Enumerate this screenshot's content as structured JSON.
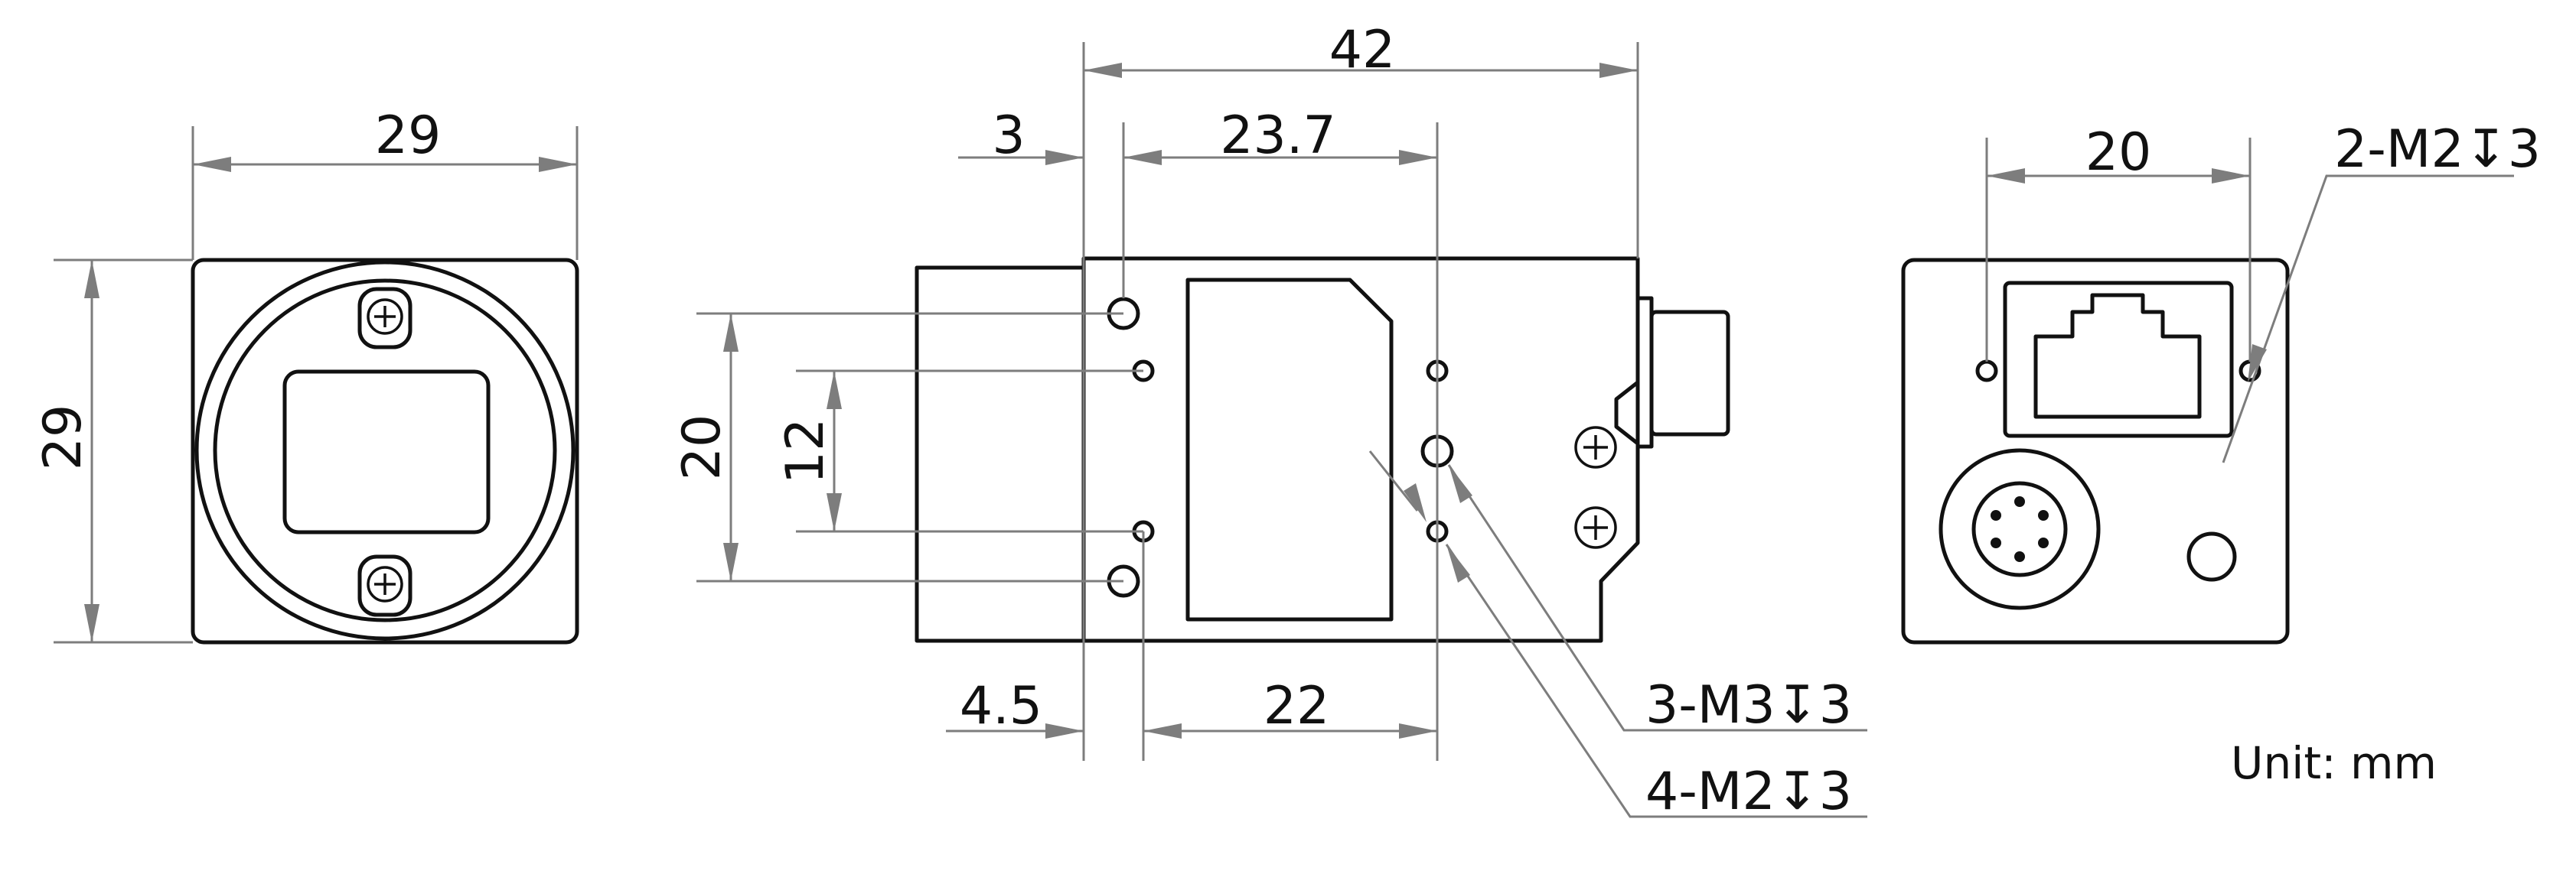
{
  "front_view": {
    "width_label": "29",
    "height_label": "29"
  },
  "side_view": {
    "overall_length": "42",
    "offset_top": "3",
    "hole_spacing_top": "23.7",
    "offset_bottom": "4.5",
    "hole_spacing_bottom": "22",
    "vertical_outer": "20",
    "vertical_inner": "12",
    "callout_m3": "3-M3",
    "callout_m2": "4-M2",
    "depth_symbol": "↧",
    "depth_value": "3"
  },
  "rear_view": {
    "hole_spacing": "20",
    "callout": "2-M2",
    "depth_symbol": "↧",
    "depth_value": "3"
  },
  "unit_note": "Unit: mm"
}
